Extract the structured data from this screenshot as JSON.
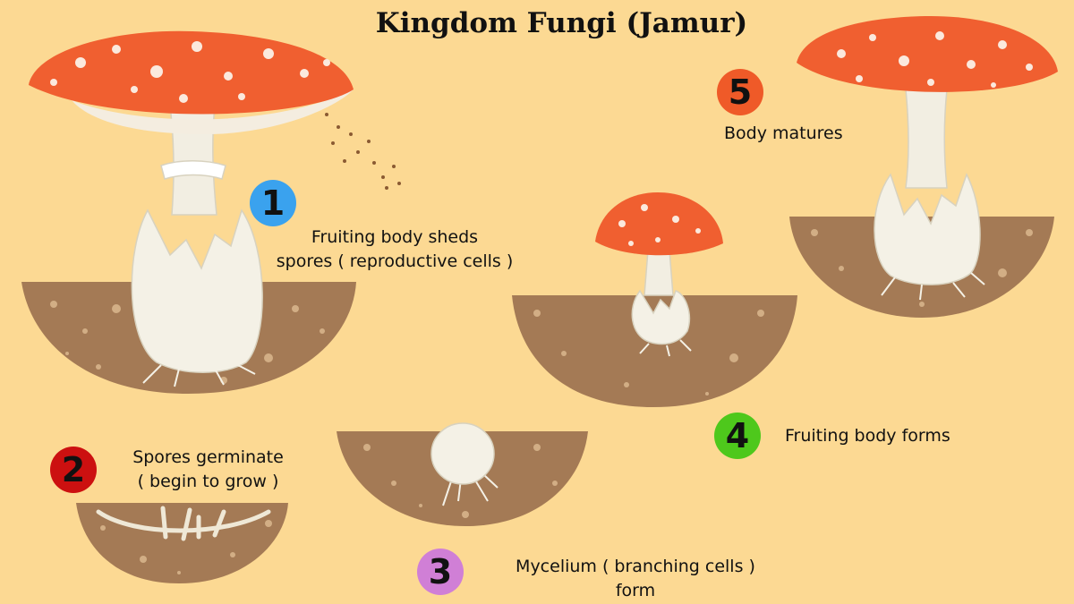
{
  "title": "Kingdom Fungi (Jamur)",
  "colors": {
    "background": "#fcd993",
    "soil": "#a47a55",
    "cap": "#f05f30",
    "stem": "#f2eee2",
    "step1": "#3aa2ee",
    "step2": "#cc1010",
    "step3": "#d07fd6",
    "step4": "#4ec81c",
    "step5": "#ef5a28"
  },
  "steps": [
    {
      "number": "1",
      "line1": "Fruiting body sheds",
      "line2": "spores ( reproductive cells )"
    },
    {
      "number": "2",
      "line1": "Spores germinate",
      "line2": "( begin to grow )"
    },
    {
      "number": "3",
      "line1": "Mycelium ( branching cells )",
      "line2": "form"
    },
    {
      "number": "4",
      "line1": "Fruiting body forms"
    },
    {
      "number": "5",
      "line1": "Body matures"
    }
  ]
}
